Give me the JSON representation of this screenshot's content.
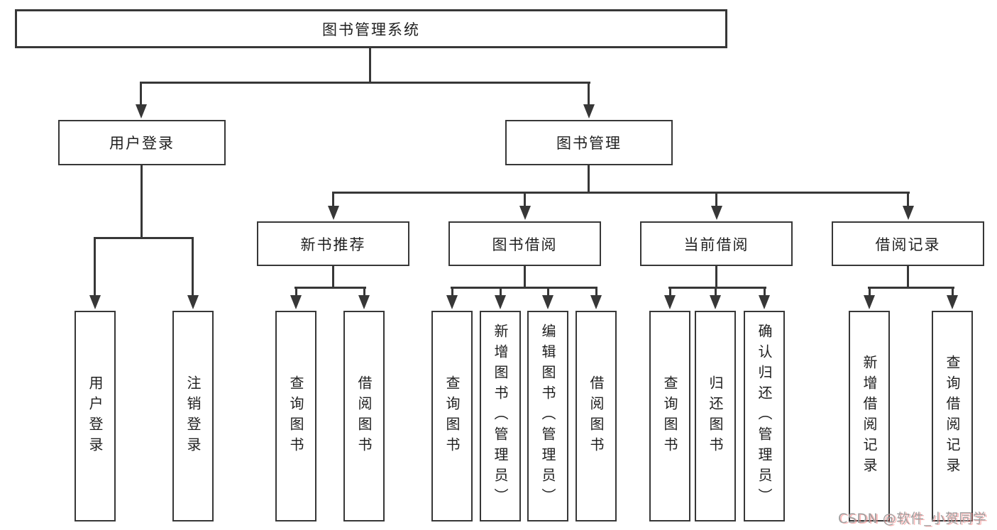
{
  "title": "图书管理系统",
  "watermark": "CSDN @软件_小贺同学",
  "colors": {
    "line": "#373737",
    "box_border": "#373737",
    "text": "#1f1f1f",
    "background": "#ffffff",
    "watermark_gray": "#9f9f9f",
    "watermark_accent": "#fc8282"
  },
  "level2": [
    {
      "label": "用户登录"
    },
    {
      "label": "图书管理"
    }
  ],
  "level3": [
    {
      "label": "新书推荐",
      "parent": "图书管理"
    },
    {
      "label": "图书借阅",
      "parent": "图书管理"
    },
    {
      "label": "当前借阅",
      "parent": "图书管理"
    },
    {
      "label": "借阅记录",
      "parent": "图书管理"
    }
  ],
  "leaves": [
    {
      "label": "用户登录",
      "parent": "用户登录"
    },
    {
      "label": "注销登录",
      "parent": "用户登录"
    },
    {
      "label": "查询图书",
      "parent": "新书推荐"
    },
    {
      "label": "借阅图书",
      "parent": "新书推荐"
    },
    {
      "label": "查询图书",
      "parent": "图书借阅"
    },
    {
      "label": "新增图书（管理员）",
      "parent": "图书借阅"
    },
    {
      "label": "编辑图书（管理员）",
      "parent": "图书借阅"
    },
    {
      "label": "借阅图书",
      "parent": "图书借阅"
    },
    {
      "label": "查询图书",
      "parent": "当前借阅"
    },
    {
      "label": "归还图书",
      "parent": "当前借阅"
    },
    {
      "label": "确认归还（管理员）",
      "parent": "当前借阅"
    },
    {
      "label": "新增借阅记录",
      "parent": "借阅记录"
    },
    {
      "label": "查询借阅记录",
      "parent": "借阅记录"
    }
  ]
}
